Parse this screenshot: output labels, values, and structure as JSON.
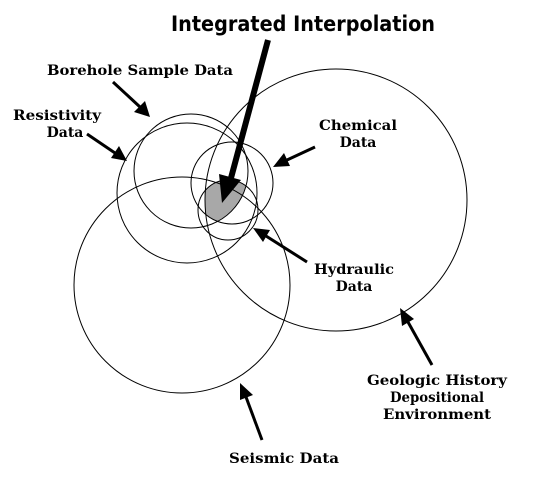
{
  "diagram": {
    "title": "Integrated Interpolation",
    "labels": {
      "borehole": "Borehole Sample Data",
      "resistivity_line1": "Resistivity",
      "resistivity_line2": "Data",
      "chemical_line1": "Chemical",
      "chemical_line2": "Data",
      "hydraulic_line1": "Hydraulic",
      "hydraulic_line2": "Data",
      "geologic_line1": "Geologic History",
      "geologic_line2": "Depositional",
      "geologic_line3": "Environment",
      "seismic": "Seismic Data"
    },
    "colors": {
      "stroke": "#000000",
      "background": "#ffffff",
      "overlap_fill": "#a8a8a8"
    }
  }
}
